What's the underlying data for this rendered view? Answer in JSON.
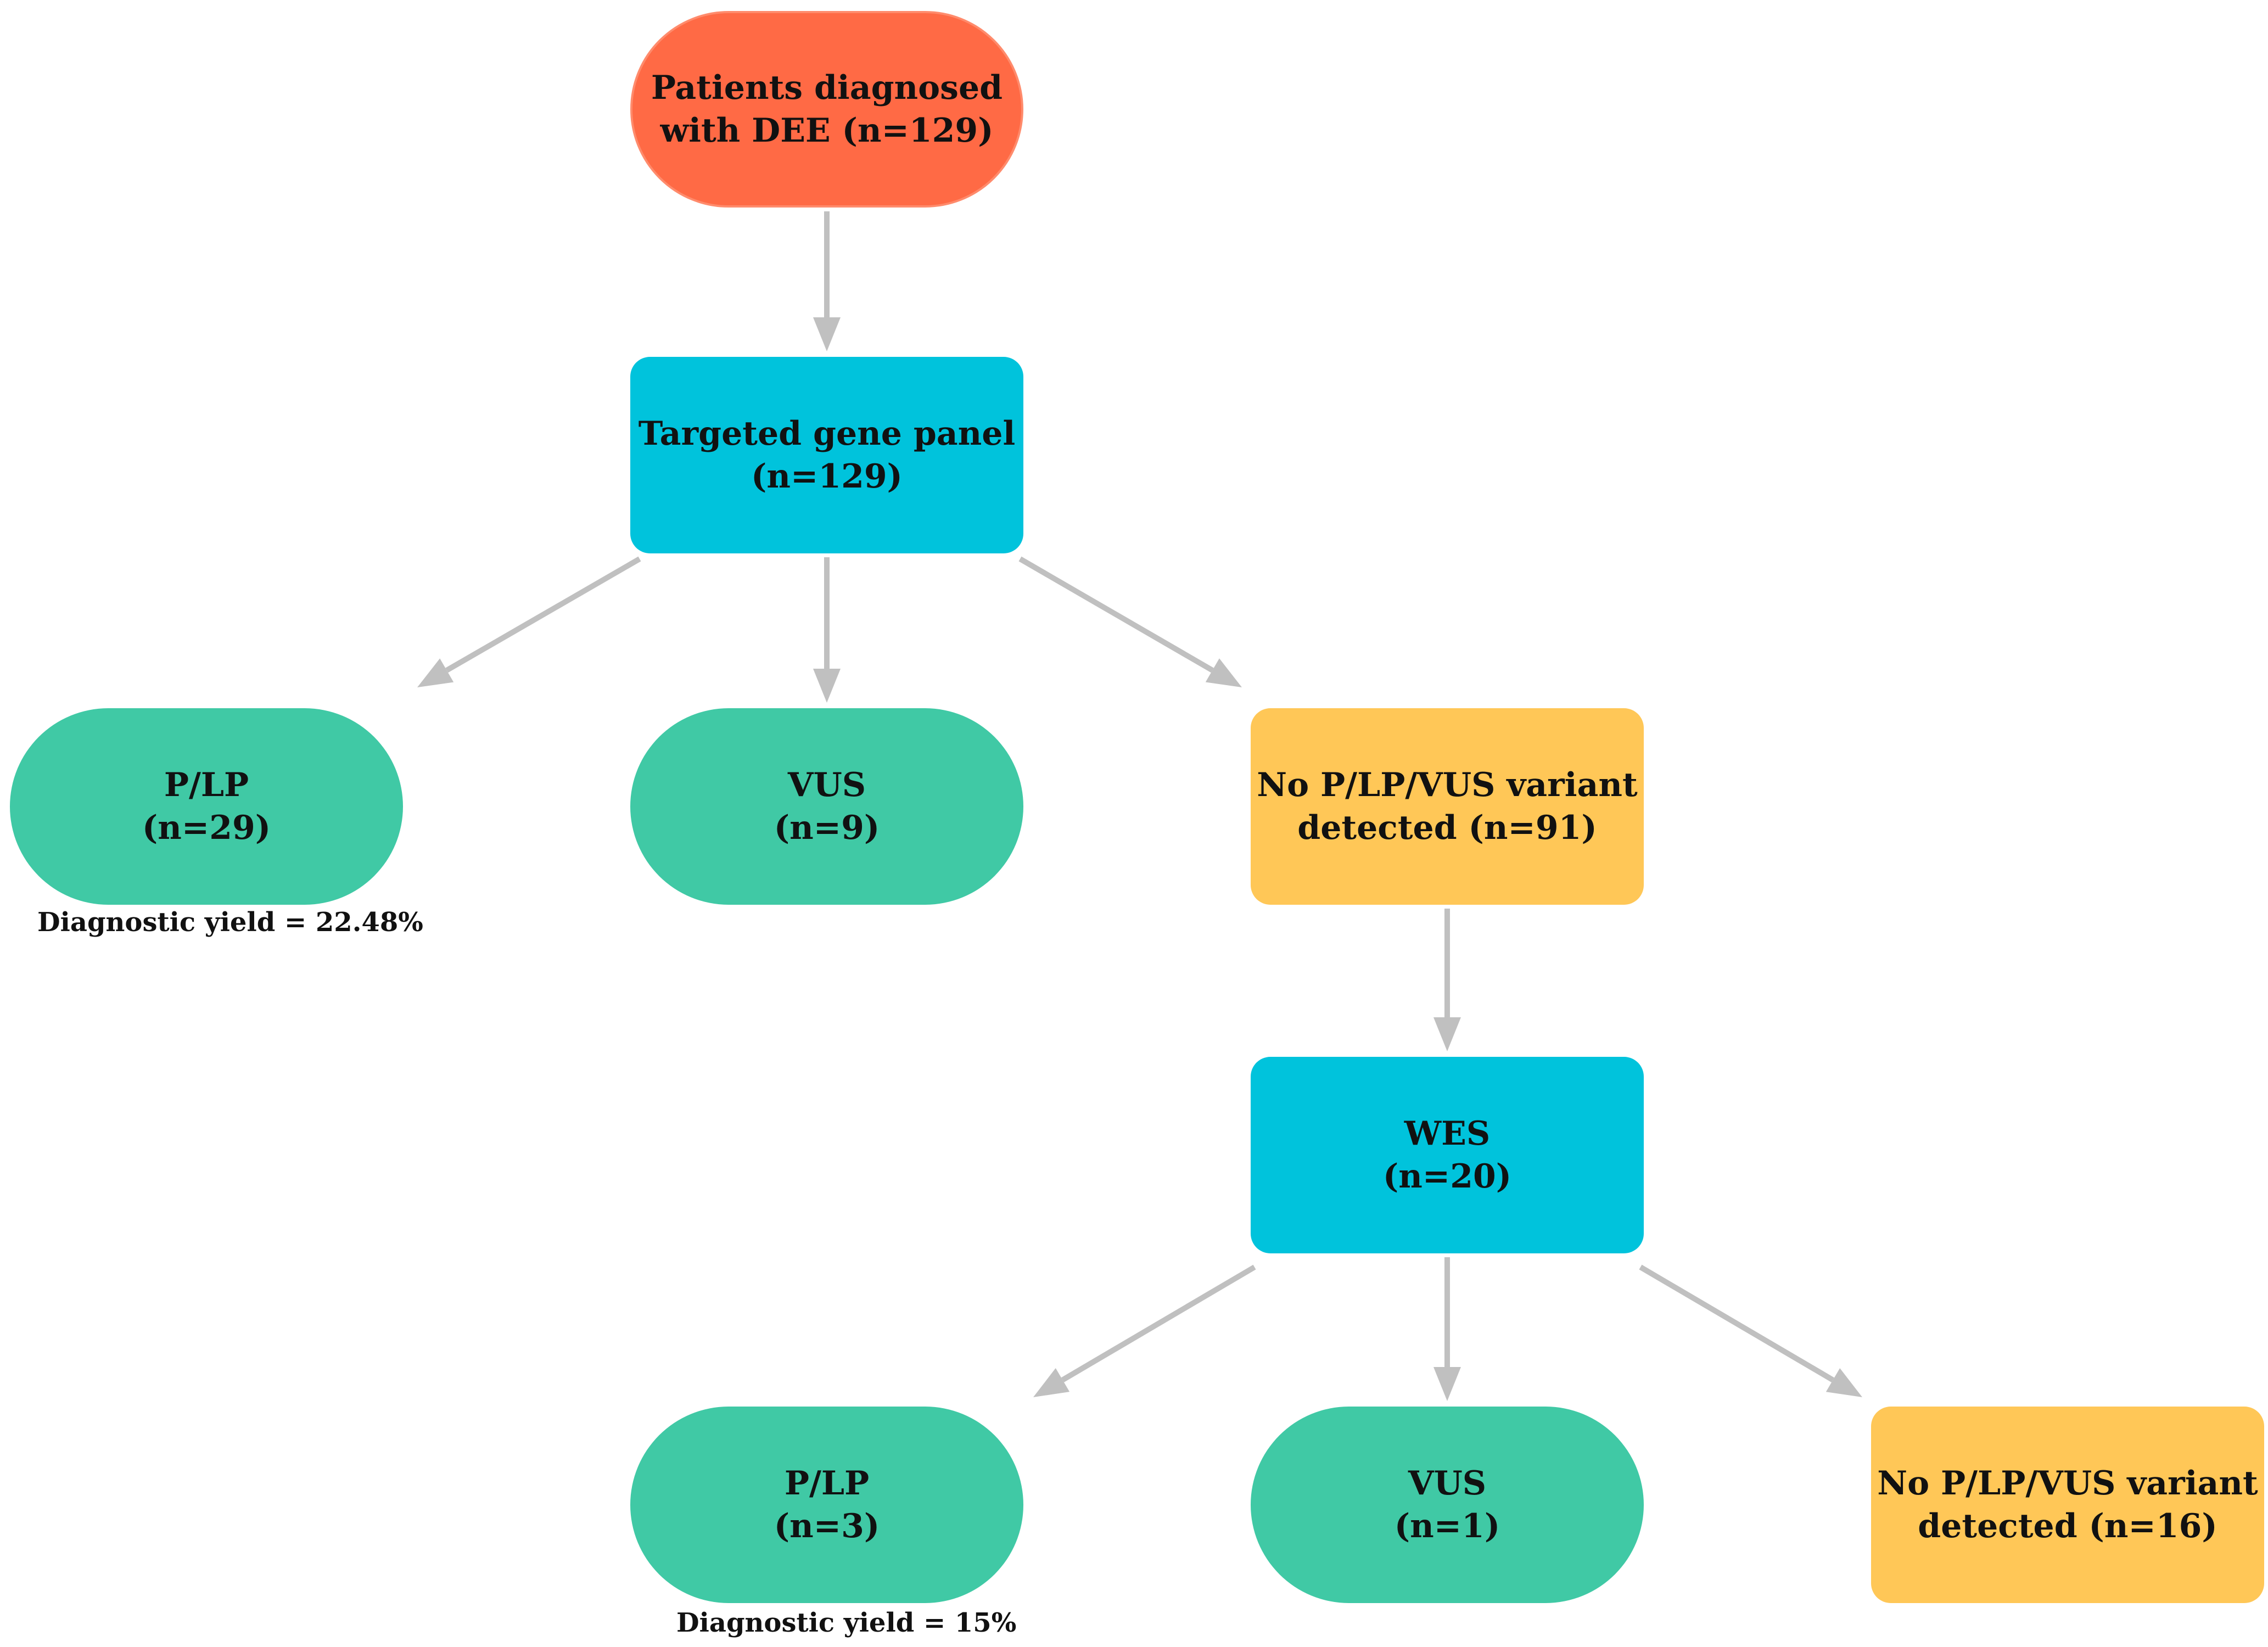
{
  "nodes": {
    "start": {
      "line1": "Patients diagnosed",
      "line2": "with DEE (n=129)",
      "color": "#ff6a45"
    },
    "panel": {
      "line1": "Targeted gene panel",
      "line2": "(n=129)",
      "color": "#00c3dc"
    },
    "panel_plp": {
      "line1": "P/LP",
      "line2": "(n=29)",
      "color": "#40c9a5"
    },
    "panel_vus": {
      "line1": "VUS",
      "line2": "(n=9)",
      "color": "#40c9a5"
    },
    "panel_none": {
      "line1": "No P/LP/VUS variant",
      "line2": "detected (n=91)",
      "color": "#ffc757"
    },
    "wes": {
      "line1": "WES",
      "line2": "(n=20)",
      "color": "#00c3dc"
    },
    "wes_plp": {
      "line1": "P/LP",
      "line2": "(n=3)",
      "color": "#40c9a5"
    },
    "wes_vus": {
      "line1": "VUS",
      "line2": "(n=1)",
      "color": "#40c9a5"
    },
    "wes_none": {
      "line1": "No P/LP/VUS variant",
      "line2": "detected (n=16)",
      "color": "#ffc757"
    }
  },
  "notes": {
    "panel_yield": "Diagnostic yield = 22.48%",
    "wes_yield": "Diagnostic yield = 15%"
  },
  "edges": [
    {
      "from": "start",
      "to": "panel"
    },
    {
      "from": "panel",
      "to": "panel_plp"
    },
    {
      "from": "panel",
      "to": "panel_vus"
    },
    {
      "from": "panel",
      "to": "panel_none"
    },
    {
      "from": "panel_none",
      "to": "wes"
    },
    {
      "from": "wes",
      "to": "wes_plp"
    },
    {
      "from": "wes",
      "to": "wes_vus"
    },
    {
      "from": "wes",
      "to": "wes_none"
    }
  ],
  "arrow_color": "#c0c0c0"
}
